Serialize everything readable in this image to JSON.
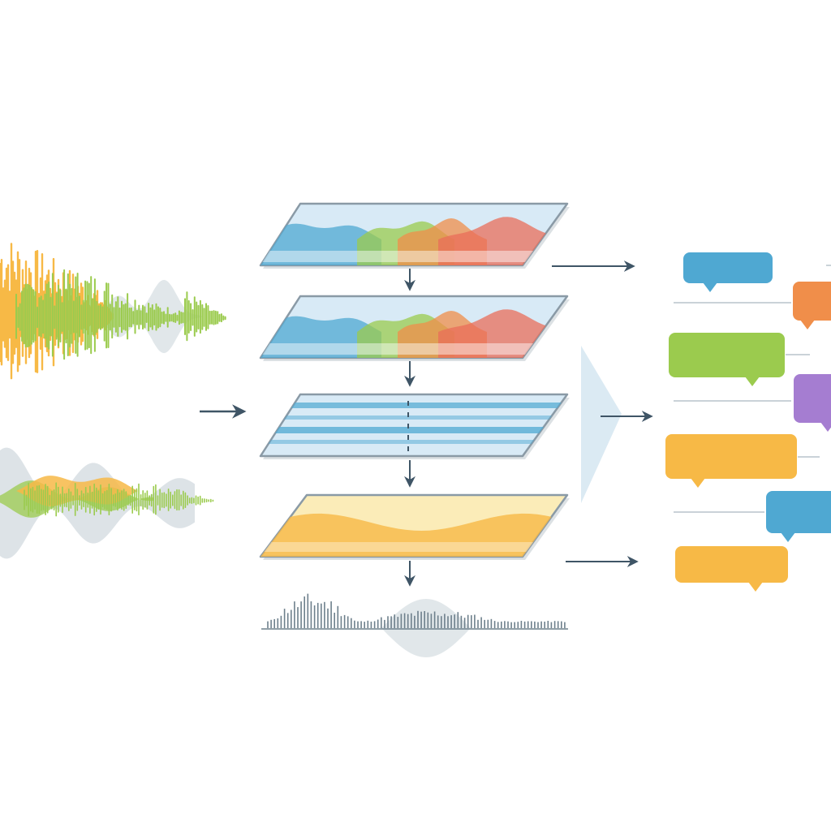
{
  "colors": {
    "arrow": "#3f5566",
    "panel_fill": "#d8eaf6",
    "panel_border": "#8a9aa6",
    "panel_yellow_fill": "#fbecb8",
    "blue": "#4fa8d2",
    "green": "#9bcb4e",
    "orange": "#f08e4a",
    "red": "#ea6e5a",
    "yellow": "#f7b946",
    "purple": "#a57dd1",
    "gray_wave": "#a9b9c2",
    "dark_wave": "#6e808c",
    "output_wedge": "#cfe3ef"
  },
  "input_waveforms": [
    {
      "id": "top",
      "colors": [
        "yellow",
        "green",
        "gray_wave"
      ]
    },
    {
      "id": "bottom",
      "colors": [
        "gray_wave",
        "yellow",
        "green"
      ]
    }
  ],
  "layers": [
    {
      "id": "layer-1",
      "style": "multi-band",
      "colors": [
        "blue",
        "green",
        "orange",
        "red"
      ]
    },
    {
      "id": "layer-2",
      "style": "multi-band",
      "colors": [
        "blue",
        "green",
        "orange",
        "red"
      ]
    },
    {
      "id": "layer-3",
      "style": "striped",
      "colors": [
        "blue"
      ]
    },
    {
      "id": "layer-4",
      "style": "amber",
      "colors": [
        "yellow"
      ]
    }
  ],
  "output_waveform": {
    "colors": [
      "dark_wave",
      "gray_wave"
    ]
  },
  "bubbles": [
    {
      "id": "bubble-1",
      "color": "blue"
    },
    {
      "id": "bubble-2",
      "color": "orange"
    },
    {
      "id": "bubble-3",
      "color": "green"
    },
    {
      "id": "bubble-4",
      "color": "purple"
    },
    {
      "id": "bubble-5",
      "color": "yellow"
    },
    {
      "id": "bubble-6",
      "color": "blue"
    },
    {
      "id": "bubble-7",
      "color": "yellow"
    }
  ]
}
